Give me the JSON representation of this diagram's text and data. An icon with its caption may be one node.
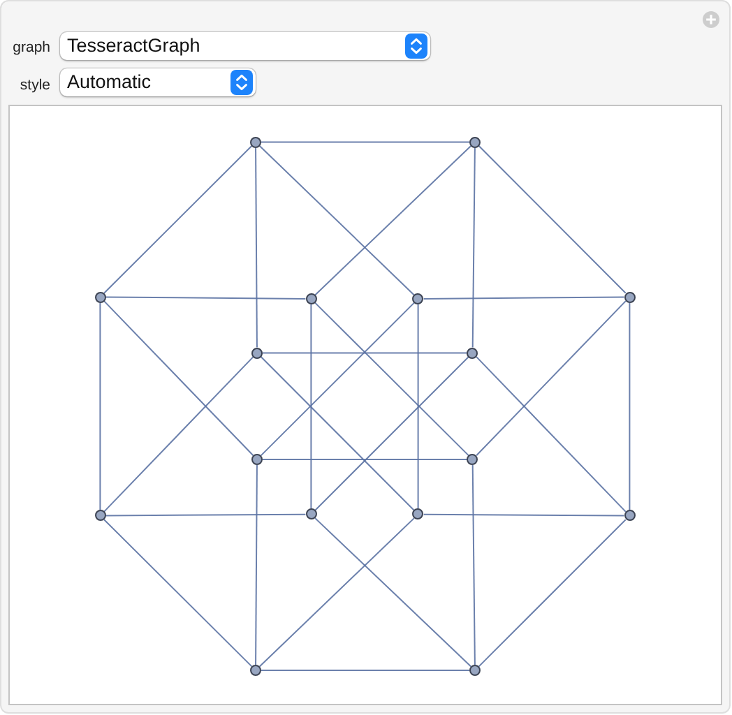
{
  "diagram": {
    "nodes": [
      {
        "text": [],
        "shape": "circle"
      },
      {
        "text": [],
        "shape": "circle"
      },
      {
        "text": [],
        "shape": "circle"
      },
      {
        "text": [],
        "shape": "circle"
      },
      {
        "text": [],
        "shape": "circle"
      },
      {
        "text": [],
        "shape": "circle"
      },
      {
        "text": [],
        "shape": "circle"
      },
      {
        "text": [],
        "shape": "circle"
      },
      {
        "text": [],
        "shape": "circle"
      },
      {
        "text": [],
        "shape": "circle"
      },
      {
        "text": [],
        "shape": "circle"
      },
      {
        "text": [],
        "shape": "circle"
      },
      {
        "text": [],
        "shape": "circle"
      },
      {
        "text": [],
        "shape": "circle"
      },
      {
        "text": [],
        "shape": "circle"
      },
      {
        "text": [],
        "shape": "circle"
      }
    ],
    "edges": [
      {
        "from": 0,
        "to": 1,
        "arrow": "none"
      },
      {
        "from": 0,
        "to": 2,
        "arrow": "none"
      },
      {
        "from": 0,
        "to": 4,
        "arrow": "none"
      },
      {
        "from": 0,
        "to": 6,
        "arrow": "none"
      },
      {
        "from": 1,
        "to": 3,
        "arrow": "none"
      },
      {
        "from": 1,
        "to": 5,
        "arrow": "none"
      },
      {
        "from": 1,
        "to": 7,
        "arrow": "none"
      },
      {
        "from": 2,
        "to": 3,
        "arrow": "none"
      },
      {
        "from": 2,
        "to": 8,
        "arrow": "none"
      },
      {
        "from": 2,
        "to": 10,
        "arrow": "none"
      },
      {
        "from": 3,
        "to": 9,
        "arrow": "none"
      },
      {
        "from": 3,
        "to": 11,
        "arrow": "none"
      },
      {
        "from": 4,
        "to": 5,
        "arrow": "none"
      },
      {
        "from": 4,
        "to": 8,
        "arrow": "none"
      },
      {
        "from": 4,
        "to": 12,
        "arrow": "none"
      },
      {
        "from": 5,
        "to": 9,
        "arrow": "none"
      },
      {
        "from": 5,
        "to": 13,
        "arrow": "none"
      },
      {
        "from": 6,
        "to": 7,
        "arrow": "none"
      },
      {
        "from": 6,
        "to": 10,
        "arrow": "none"
      },
      {
        "from": 6,
        "to": 12,
        "arrow": "none"
      },
      {
        "from": 7,
        "to": 11,
        "arrow": "none"
      },
      {
        "from": 7,
        "to": 13,
        "arrow": "none"
      },
      {
        "from": 8,
        "to": 9,
        "arrow": "none"
      },
      {
        "from": 8,
        "to": 14,
        "arrow": "none"
      },
      {
        "from": 9,
        "to": 15,
        "arrow": "none"
      },
      {
        "from": 10,
        "to": 11,
        "arrow": "none"
      },
      {
        "from": 10,
        "to": 14,
        "arrow": "none"
      },
      {
        "from": 11,
        "to": 15,
        "arrow": "none"
      },
      {
        "from": 12,
        "to": 13,
        "arrow": "none"
      },
      {
        "from": 12,
        "to": 14,
        "arrow": "none"
      },
      {
        "from": 13,
        "to": 15,
        "arrow": "none"
      },
      {
        "from": 14,
        "to": 15,
        "arrow": "none"
      }
    ],
    "labels": [
      "graph",
      "TesseractGraph",
      "style",
      "Automatic"
    ]
  }
}
